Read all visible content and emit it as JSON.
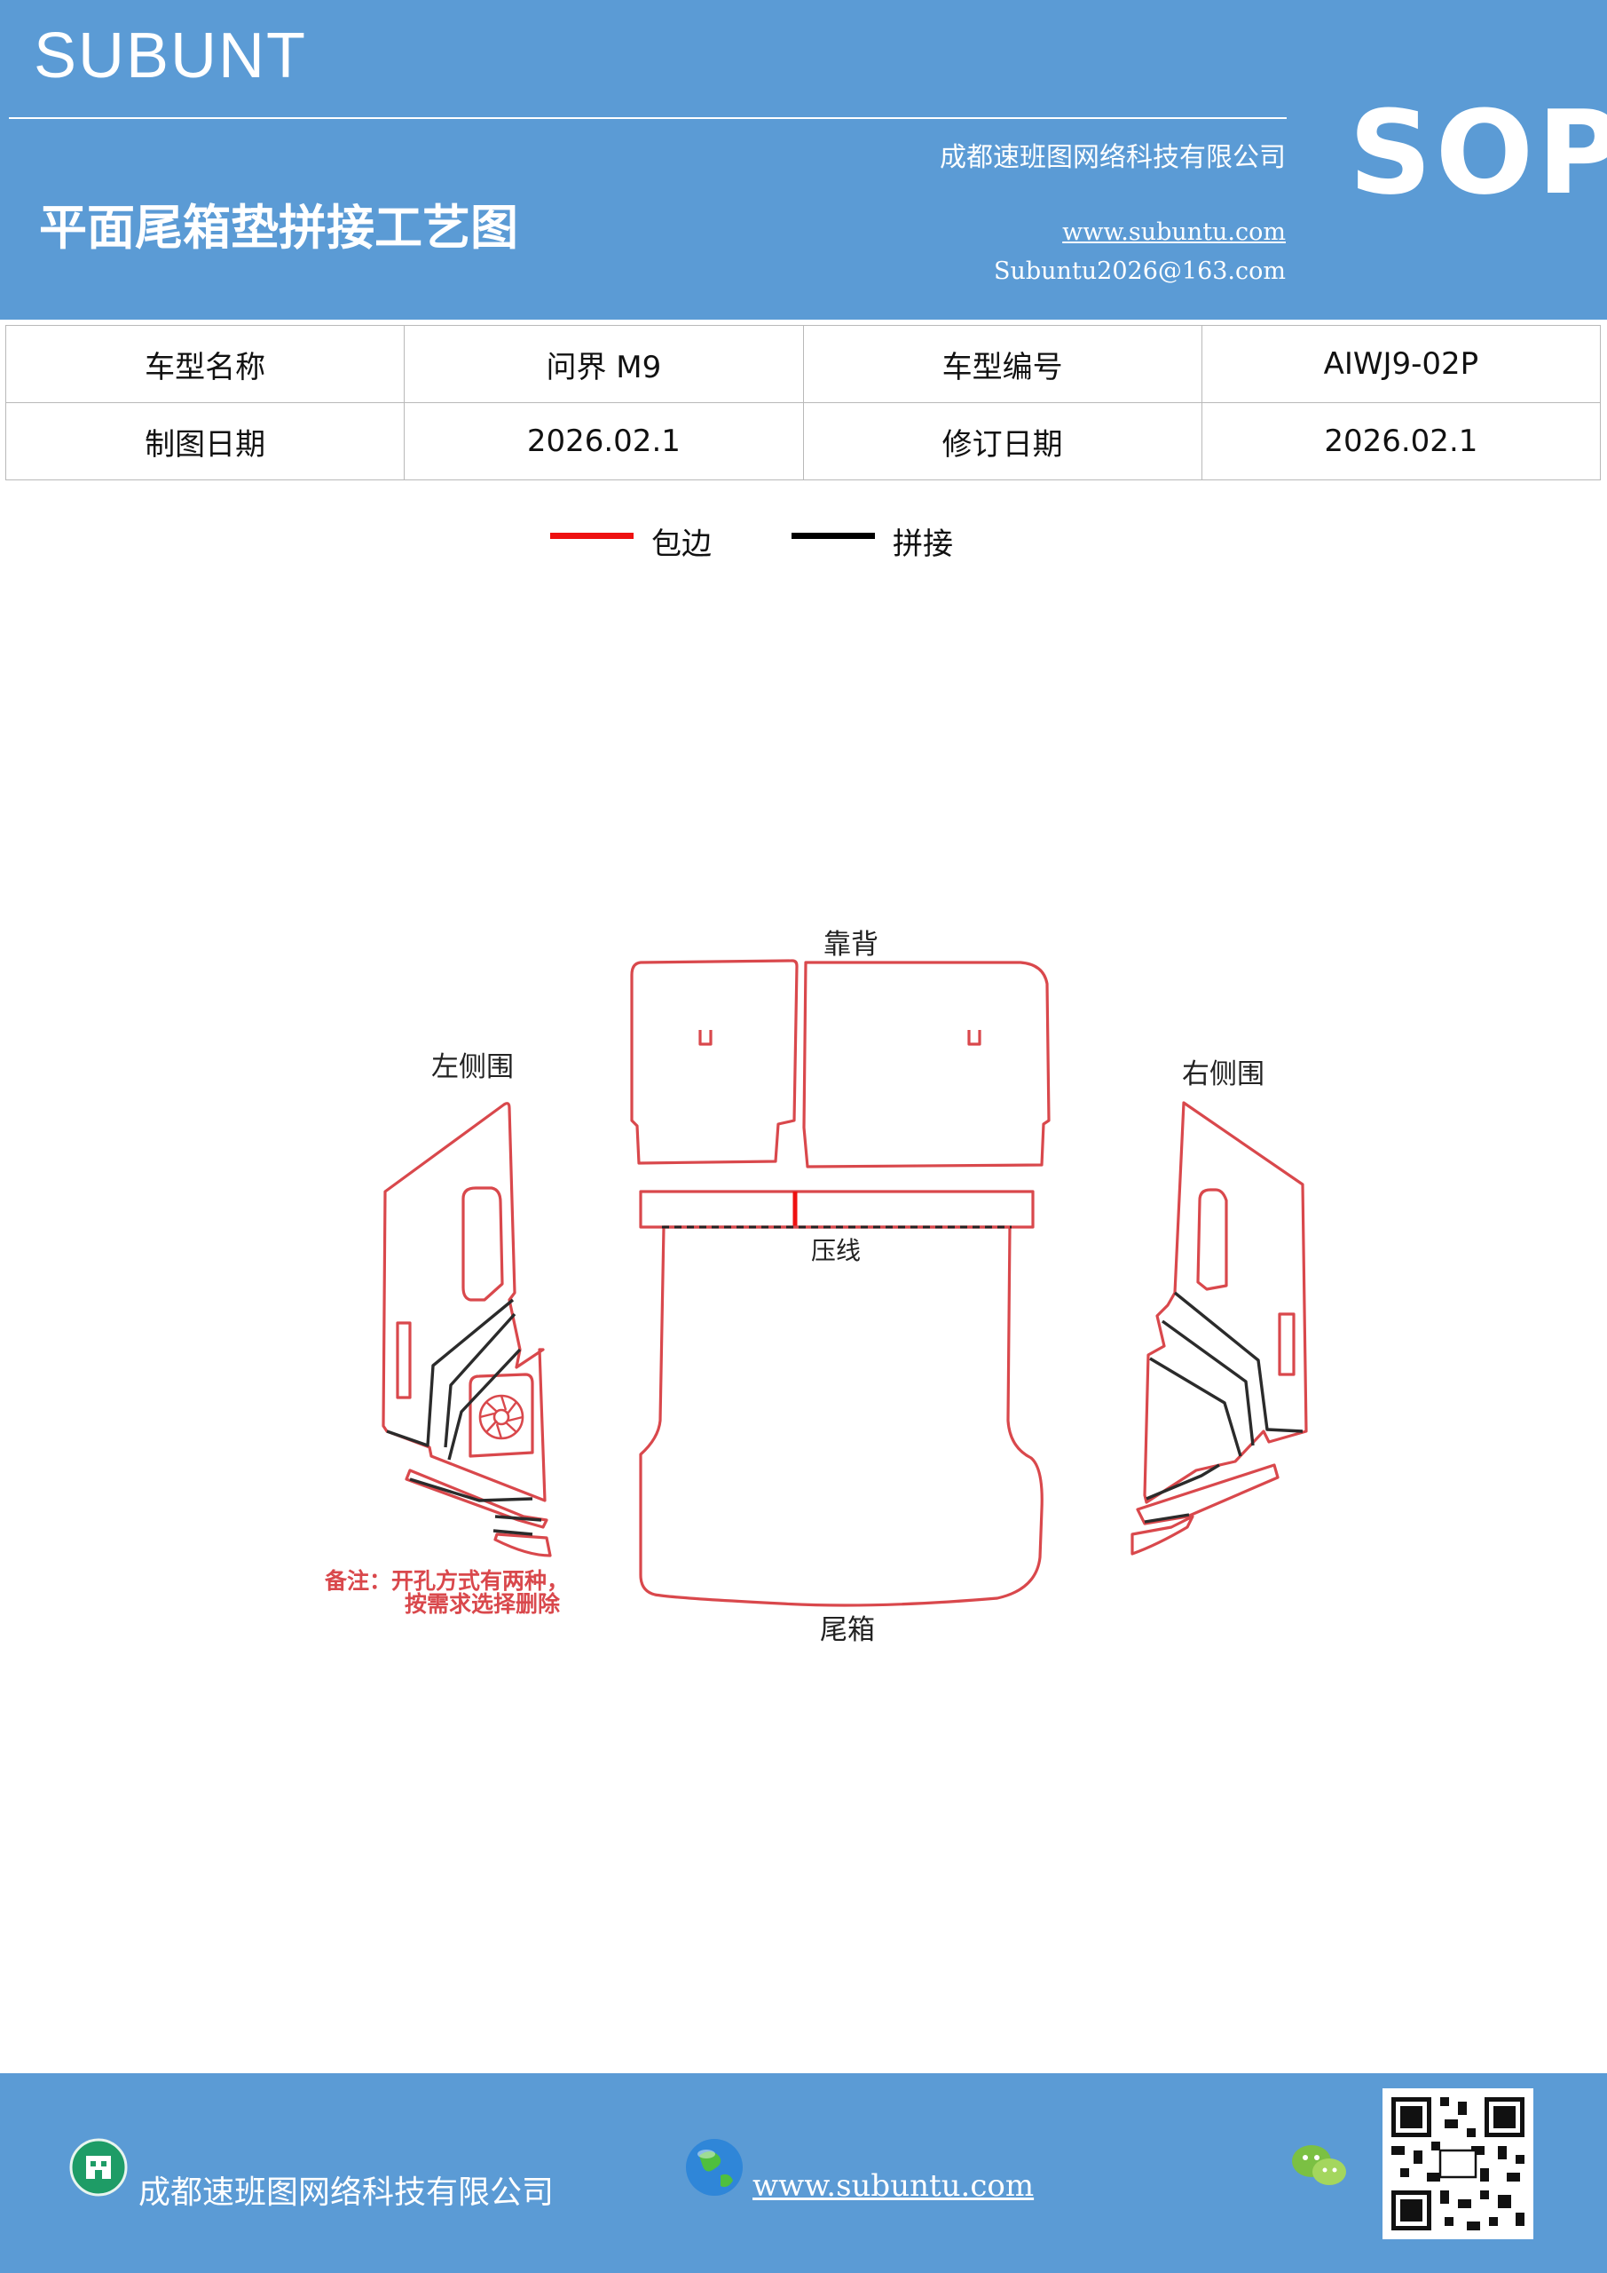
{
  "header": {
    "brand": "SUBUNT",
    "company": "成都速班图网络科技有限公司",
    "title": "平面尾箱垫拼接工艺图",
    "website": "www.subuntu.com",
    "email": "Subuntu2026@163.com",
    "badge": "SOP"
  },
  "info_table": {
    "rows": [
      [
        "车型名称",
        "问界 M9",
        "车型编号",
        "AIWJ9-02P"
      ],
      [
        "制图日期",
        "2026.02.1",
        "修订日期",
        "2026.02.1"
      ]
    ]
  },
  "legend": {
    "items": [
      {
        "label": "包边",
        "color": "#ee1111"
      },
      {
        "label": "拼接",
        "color": "#000000"
      }
    ]
  },
  "diagram": {
    "labels": {
      "backrest": "靠背",
      "left_side": "左侧围",
      "right_side": "右侧围",
      "crease": "压线",
      "trunk": "尾箱"
    },
    "note": [
      "备注：开孔方式有两种，",
      "按需求选择删除"
    ],
    "outline_color": "#d9484c",
    "note_color": "#d9484c"
  },
  "footer": {
    "company": "成都速班图网络科技有限公司",
    "website": "www.subuntu.com"
  }
}
